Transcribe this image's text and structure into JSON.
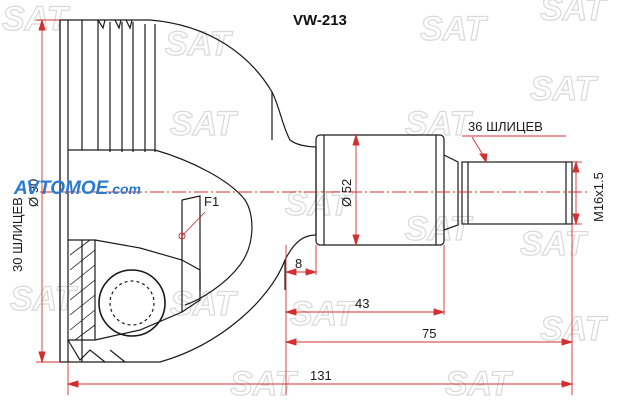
{
  "part_number": "VW-213",
  "watermark_text": "SAT",
  "site_logo": {
    "part1": "AVTO",
    "part2": "MOE",
    "part3": ".com"
  },
  "labels": {
    "outer_splines": "30 ШЛИЦЕВ",
    "outer_diameter": "Ø 90",
    "inner_splines": "36 ШЛИЦЕВ",
    "shaft_diameter": "Ø 52",
    "thread": "M16x1.5",
    "f1": "F1"
  },
  "dimensions": {
    "d8": "8",
    "d43": "43",
    "d75": "75",
    "d131": "131"
  },
  "colors": {
    "line": "#1a1a1a",
    "dim_line": "#d23030",
    "watermark": "#d9d9d9",
    "logo_blue": "#2a7bd0"
  }
}
